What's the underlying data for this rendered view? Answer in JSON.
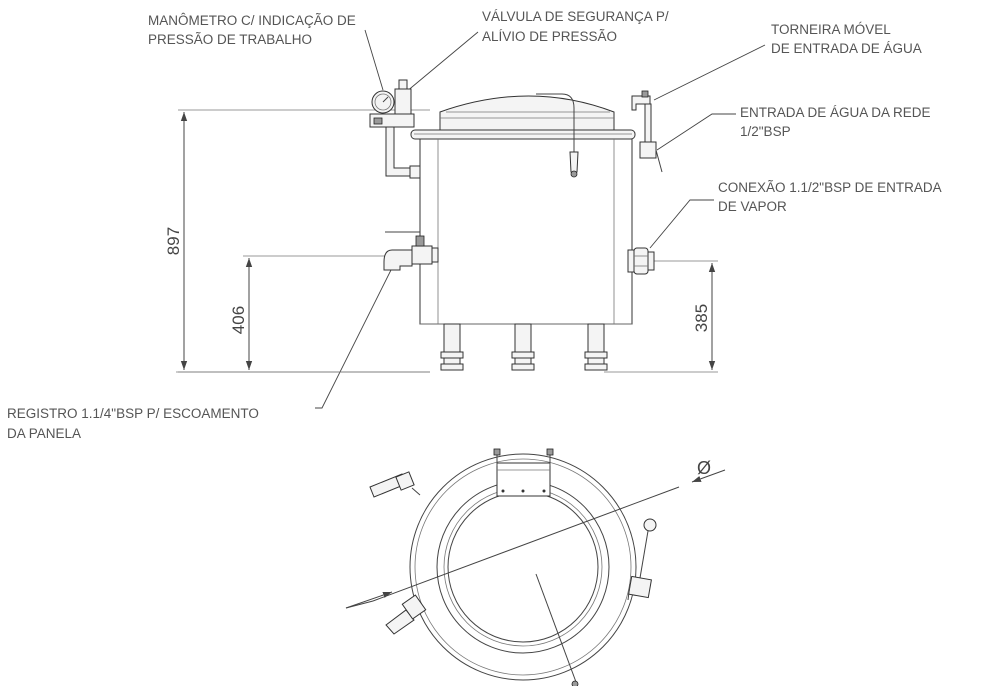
{
  "labels": {
    "manometro": [
      "MANÔMETRO C/ INDICAÇÃO DE",
      "PRESSÃO DE TRABALHO"
    ],
    "valvula": [
      "VÁLVULA DE SEGURANÇA P/",
      "ALÍVIO DE PRESSÃO"
    ],
    "torneira": [
      "TORNEIRA MÓVEL",
      "DE ENTRADA DE ÁGUA"
    ],
    "entrada_agua": [
      "ENTRADA DE ÁGUA DA REDE",
      "1/2\"BSP"
    ],
    "conexao_vapor": [
      "CONEXÃO 1.1/2\"BSP DE ENTRADA",
      "DE VAPOR"
    ],
    "registro": [
      "REGISTRO 1.1/4\"BSP P/ ESCOAMENTO",
      "DA PANELA"
    ]
  },
  "dimensions": {
    "total_height": "897",
    "drain_height": "406",
    "steam_height": "385",
    "diameter_symbol": "Ø"
  }
}
